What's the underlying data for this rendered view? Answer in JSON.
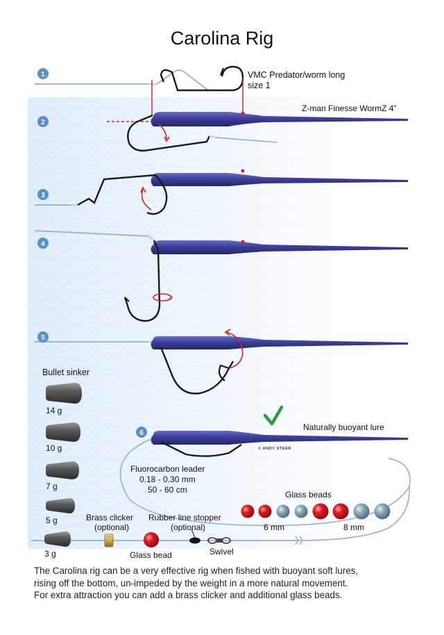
{
  "title": "Carolina Rig",
  "steps": [
    "1",
    "2",
    "3",
    "4",
    "5",
    "6"
  ],
  "labels": {
    "hook": [
      "VMC Predator/worm long",
      "size 1"
    ],
    "worm": "Z-man Finesse WormZ  4”",
    "bullet_sinker": "Bullet sinker",
    "buoyant": "Naturally buoyant lure",
    "credit": "© ANDY STEER",
    "leader": [
      "Fluorocarbon leader",
      "0.18 - 0.30 mm",
      "50 - 60 cm"
    ],
    "glass_beads": "Glass beads",
    "bead_small": "6 mm",
    "bead_large": "8 mm",
    "brass_clicker": [
      "Brass clicker",
      "(optional)"
    ],
    "stopper": [
      "Rubber line stopper",
      "(optional)"
    ],
    "glass_bead": "Glass bead",
    "swivel": "Swivel"
  },
  "sinkers": [
    "14 g",
    "10 g",
    "7 g",
    "5 g",
    "3 g"
  ],
  "caption": [
    "The Carolina rig can be a very effective rig when fished with buoyant soft lures,",
    "rising off the bottom, un-impeded by the weight in a more natural movement.",
    "For extra attraction you can add a brass clicker and additional glass beads."
  ],
  "colors": {
    "worm": "#3d3f9a",
    "line": "#9fb6cc",
    "step_badge": "#5c8fc7",
    "red_bead": "#d8121e",
    "blue_bead": "#7e9eab",
    "sinker": "#555555",
    "check": "#2e9b3e",
    "marker": "#d42020"
  }
}
